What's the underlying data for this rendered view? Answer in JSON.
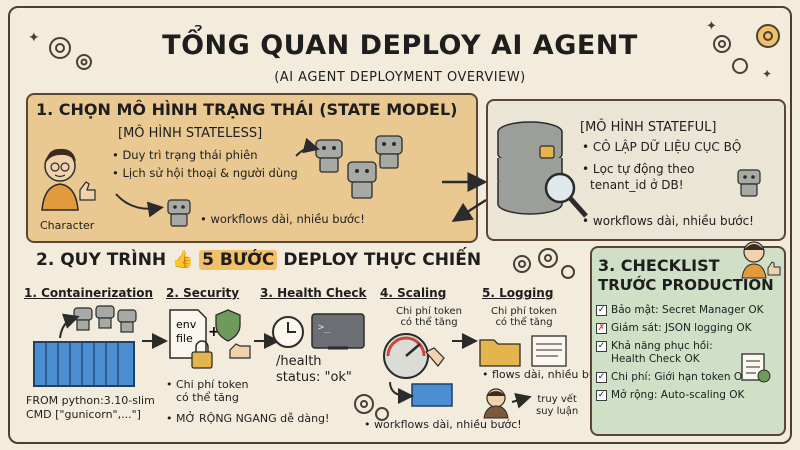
{
  "header": {
    "title": "TỔNG QUAN DEPLOY AI AGENT",
    "subtitle": "(AI AGENT DEPLOYMENT OVERVIEW)"
  },
  "section1": {
    "heading": "1. CHỌN MÔ HÌNH TRẠNG THÁI (STATE MODEL)",
    "stateless_label": "[MÔ HÌNH STATELESS]",
    "stateless_items": [
      "Duy trì trạng thái phiên",
      "Lịch sử hội thoại & người dùng"
    ],
    "stateless_note": "workflows dài, nhiều bước!",
    "character_label": "Character",
    "stateful_label": "[MÔ HÌNH STATEFUL]",
    "stateful_items": [
      "CÔ LẬP DỮ LIỆU CỤC BỘ",
      "Lọc tự động theo",
      "tenant_id ở DB!",
      "workflows dài, nhiều bước!"
    ]
  },
  "section2": {
    "heading_pre": "2. QUY TRÌNH",
    "heading_hl": "5 BƯỚC",
    "heading_post": "DEPLOY THỰC CHIẾN",
    "steps": [
      {
        "name": "1. Containerization"
      },
      {
        "name": "2. Security"
      },
      {
        "name": "3. Health Check"
      },
      {
        "name": "4. Scaling"
      },
      {
        "name": "5. Logging"
      }
    ],
    "docker_code": [
      "FROM python:3.10-slim",
      "CMD [\"gunicorn\",...\"]"
    ],
    "env_label": [
      "env",
      "file"
    ],
    "security_notes": [
      "Chi phí token",
      "có thể tăng",
      "MỞ RỘNG NGANG dễ dàng!"
    ],
    "health_path": "/health",
    "health_status": "status: \"ok\"",
    "scaling_cost": [
      "Chi phí token",
      "có thể tăng"
    ],
    "scaling_note": "workflows dài, nhiều bước!",
    "logging_cost": [
      "Chi phí token",
      "có thể tăng"
    ],
    "logging_note": "flows dài, nhiều bước",
    "trace_label": [
      "truy vết",
      "suy luận"
    ]
  },
  "section3": {
    "heading": "3. CHECKLIST",
    "heading2": "TRƯỚC PRODUCTION",
    "items": [
      {
        "text": "Bảo mật: Secret Manager OK",
        "mark": "✓"
      },
      {
        "text": "Giám sát: JSON logging OK",
        "mark": "✗"
      },
      {
        "text": "Khả năng phục hồi:",
        "text2": "Health Check OK",
        "mark": "✓"
      },
      {
        "text": "Chi phí: Giới hạn token OK",
        "mark": "✓"
      },
      {
        "text": "Mở rộng: Auto-scaling OK",
        "mark": "✓"
      }
    ]
  },
  "colors": {
    "panel1": "#e9c991",
    "panel2": "#ebe5d6",
    "panel3": "#cfe0c7",
    "accent": "#f3c06a",
    "ink": "#1e1e1e"
  }
}
